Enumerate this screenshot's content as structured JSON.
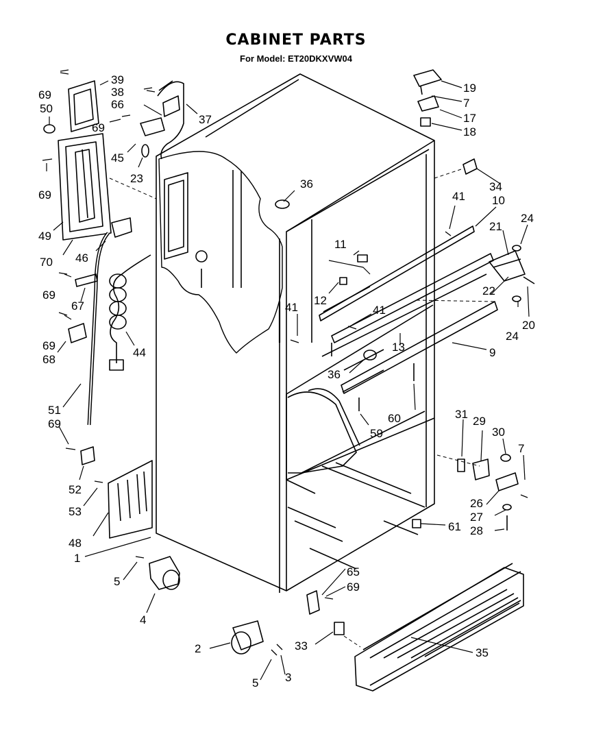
{
  "header": {
    "title": "CABINET PARTS",
    "model_line": "For Model: ET20DKXVW04"
  },
  "colors": {
    "ink": "#000000",
    "paper": "#ffffff"
  },
  "callouts": [
    "69",
    "39",
    "38",
    "50",
    "66",
    "37",
    "69",
    "45",
    "23",
    "69",
    "49",
    "70",
    "46",
    "69",
    "67",
    "69",
    "68",
    "44",
    "51",
    "69",
    "52",
    "53",
    "48",
    "1",
    "5",
    "4",
    "19",
    "7",
    "17",
    "18",
    "34",
    "36",
    "41",
    "10",
    "24",
    "21",
    "11",
    "12",
    "41",
    "22",
    "24",
    "20",
    "41",
    "13",
    "9",
    "36",
    "60",
    "59",
    "31",
    "29",
    "30",
    "7",
    "26",
    "27",
    "28",
    "61",
    "65",
    "69",
    "33",
    "35",
    "2",
    "5",
    "3"
  ]
}
